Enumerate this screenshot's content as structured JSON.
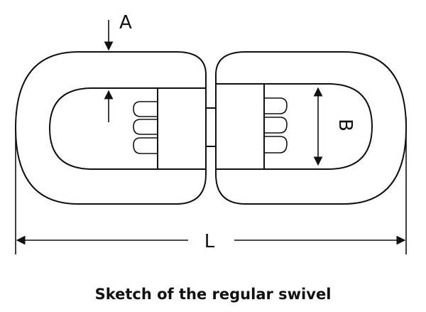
{
  "diagram": {
    "labels": {
      "thickness": "A",
      "inner_width": "B",
      "overall_length": "L"
    }
  },
  "caption": "Sketch of the regular swivel"
}
